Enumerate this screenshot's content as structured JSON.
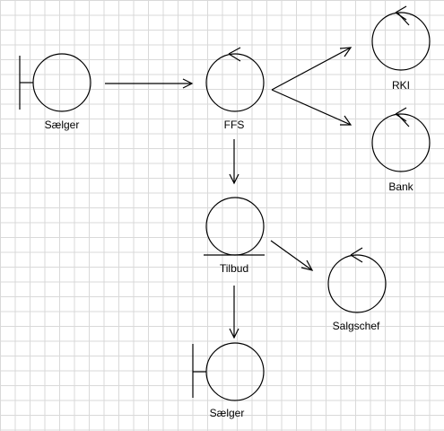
{
  "nodes": {
    "saelger_top": {
      "label": "Sælger",
      "kind": "boundary"
    },
    "ffs": {
      "label": "FFS",
      "kind": "control"
    },
    "rki": {
      "label": "RKI",
      "kind": "control"
    },
    "bank": {
      "label": "Bank",
      "kind": "control"
    },
    "tilbud": {
      "label": "Tilbud",
      "kind": "entity"
    },
    "salgschef": {
      "label": "Salgschef",
      "kind": "control"
    },
    "saelger_bottom": {
      "label": "Sælger",
      "kind": "boundary"
    }
  },
  "edges": [
    {
      "from": "saelger_top",
      "to": "ffs"
    },
    {
      "from": "ffs",
      "to": "rki"
    },
    {
      "from": "ffs",
      "to": "bank"
    },
    {
      "from": "ffs",
      "to": "tilbud"
    },
    {
      "from": "tilbud",
      "to": "salgschef"
    },
    {
      "from": "tilbud",
      "to": "saelger_bottom"
    }
  ]
}
